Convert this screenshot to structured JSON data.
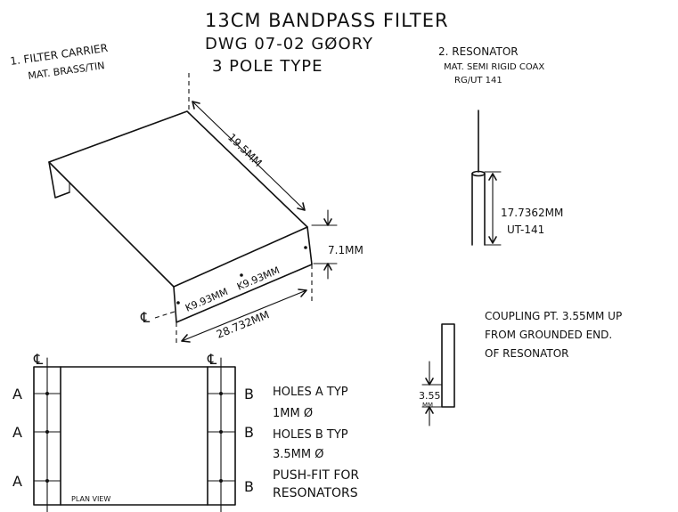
{
  "title": {
    "line1": "13CM BANDPASS FILTER",
    "line2": "DWG 07-02 GØORY",
    "line3": "3 POLE TYPE"
  },
  "filter_carrier": {
    "label": "1. FILTER CARRIER",
    "material": "MAT. BRASS/TIN",
    "dim_length": "19.5MM",
    "dim_height": "7.1MM",
    "dim_width": "28.732MM",
    "dim_spacing_1": "K9.93MM",
    "dim_spacing_2": "K9.93MM",
    "centerline_mark": "℄"
  },
  "resonator": {
    "label": "2. RESONATOR",
    "material": "MAT. SEMI RIGID COAX",
    "cable_type": "RG/UT 141",
    "dim_length": "17.7362MM",
    "dim_type": "UT-141"
  },
  "coupling": {
    "line1": "COUPLING PT. 3.55MM UP",
    "line2": "FROM GROUNDED END.",
    "line3": "OF RESONATOR",
    "dim_value": "3.55",
    "dim_unit": "MM"
  },
  "plan_view": {
    "label": "PLAN VIEW",
    "hole_a_labels": [
      "A",
      "A",
      "A"
    ],
    "hole_b_labels": [
      "B",
      "B",
      "B"
    ],
    "centerline_left": "℄",
    "centerline_right": "℄"
  },
  "holes_notes": {
    "holes_a": "HOLES A TYP",
    "holes_a_size": "1MM Ø",
    "holes_b": "HOLES B TYP",
    "holes_b_size": "3.5MM Ø",
    "push_fit_1": "PUSH-FIT FOR",
    "push_fit_2": "RESONATORS"
  }
}
